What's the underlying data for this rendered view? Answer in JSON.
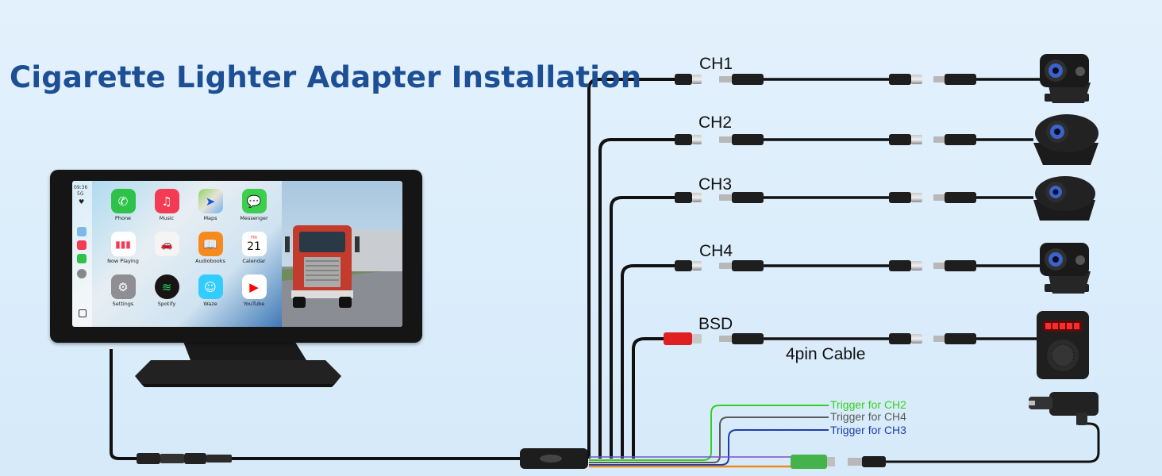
{
  "title": "Cigarette Lighter Adapter Installation",
  "channels": [
    {
      "label": "CH1",
      "device": "rear-camera"
    },
    {
      "label": "CH2",
      "device": "dome-camera"
    },
    {
      "label": "CH3",
      "device": "dome-camera"
    },
    {
      "label": "CH4",
      "device": "rear-camera"
    },
    {
      "label": "BSD",
      "device": "blind-spot-detector"
    }
  ],
  "cable_label": "4pin Cable",
  "triggers": [
    {
      "label": "Trigger for CH2",
      "color": "#33d11e"
    },
    {
      "label": "Trigger for CH4",
      "color": "#5a5a5a"
    },
    {
      "label": "Trigger for CH3",
      "color": "#1f3fa6"
    }
  ],
  "colors": {
    "title": "#1d4f95",
    "background": "#dceefb",
    "cable": "#111111",
    "bsd_connector": "#e02020"
  },
  "monitor": {
    "status": {
      "time": "09:36",
      "signal": "5G"
    },
    "calendar": {
      "weekday": "FRI",
      "day": "21"
    },
    "apps": [
      {
        "name": "Phone",
        "icon": "phone-icon",
        "color": "#2ec24a"
      },
      {
        "name": "Music",
        "icon": "music-icon",
        "color": "#f43b56"
      },
      {
        "name": "Maps",
        "icon": "maps-icon",
        "color": "#e8e3d8"
      },
      {
        "name": "Messenger",
        "icon": "message-icon",
        "color": "#3ccf4e"
      },
      {
        "name": "Now Playing",
        "icon": "now-playing-icon",
        "color": "#ffffff"
      },
      {
        "name": "",
        "icon": "car-icon",
        "color": "#f4f4f4"
      },
      {
        "name": "Audiobooks",
        "icon": "audiobooks-icon",
        "color": "#f58b1f"
      },
      {
        "name": "Calendar",
        "icon": "calendar-icon",
        "color": "#ffffff"
      },
      {
        "name": "Settings",
        "icon": "settings-icon",
        "color": "#8e8e93"
      },
      {
        "name": "Spotify",
        "icon": "spotify-icon",
        "color": "#191414"
      },
      {
        "name": "Waze",
        "icon": "waze-icon",
        "color": "#33ccff"
      },
      {
        "name": "YouTube",
        "icon": "youtube-icon",
        "color": "#ff0000"
      }
    ]
  }
}
